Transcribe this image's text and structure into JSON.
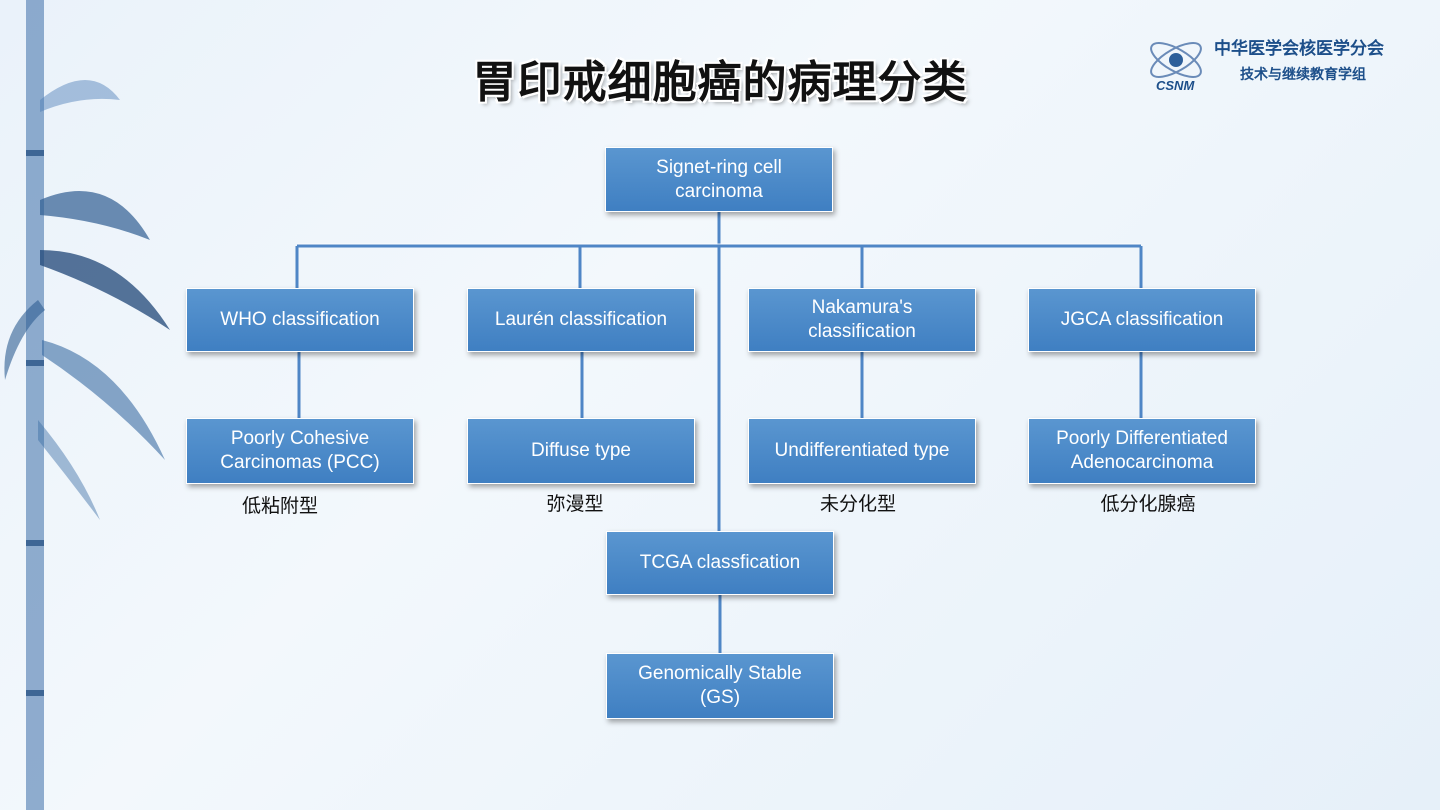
{
  "title": "胃印戒细胞癌的病理分类",
  "logo": {
    "line1": "中华医学会核医学分会",
    "line2": "技术与继续教育学组",
    "emblem_text": "CSNM"
  },
  "root": {
    "label": "Signet-ring cell\ncarcinoma"
  },
  "classifications": [
    {
      "label": "WHO classification",
      "subtype": "Poorly Cohesive\nCarcinomas (PCC)",
      "chinese": "低粘附型"
    },
    {
      "label": "Laurén classification",
      "subtype": "Diffuse type",
      "chinese": "弥漫型"
    },
    {
      "label": "Nakamura's\nclassification",
      "subtype": "Undifferentiated type",
      "chinese": "未分化型"
    },
    {
      "label": "JGCA classification",
      "subtype": "Poorly Differentiated\nAdenocarcinoma",
      "chinese": "低分化腺癌"
    }
  ],
  "tcga": {
    "label": "TCGA classfication",
    "subtype": "Genomically Stable\n(GS)"
  },
  "colors": {
    "box_fill": "#4a88c8",
    "connector": "#4f86c6",
    "logo_text": "#1d4f8a"
  }
}
